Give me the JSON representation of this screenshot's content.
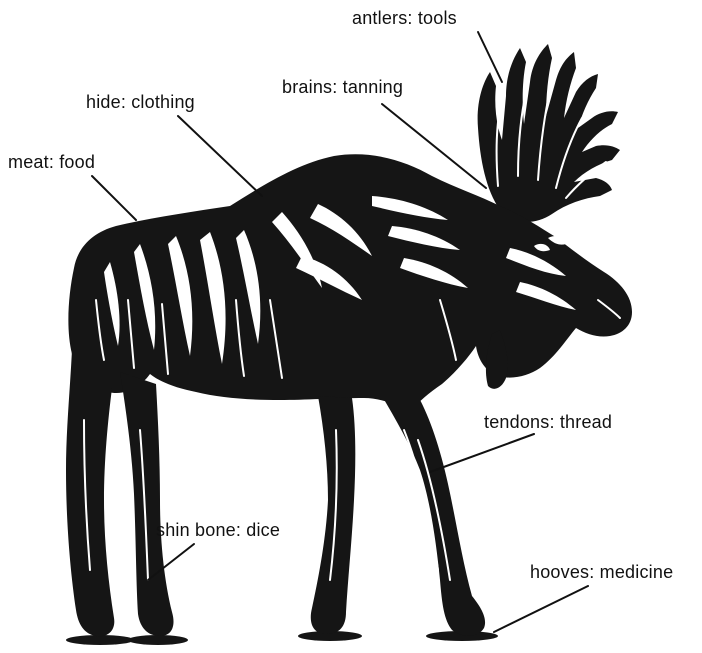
{
  "labels": [
    {
      "key": "antlers",
      "text": "antlers: tools"
    },
    {
      "key": "brains",
      "text": "brains: tanning"
    },
    {
      "key": "hide",
      "text": "hide: clothing"
    },
    {
      "key": "meat",
      "text": "meat: food"
    },
    {
      "key": "tendons",
      "text": "tendons: thread"
    },
    {
      "key": "shin-bone",
      "text": "shin bone: dice"
    },
    {
      "key": "hooves",
      "text": "hooves: medicine"
    }
  ],
  "colors": {
    "ink": "#151515",
    "paper": "#ffffff"
  },
  "illustration": "moose"
}
